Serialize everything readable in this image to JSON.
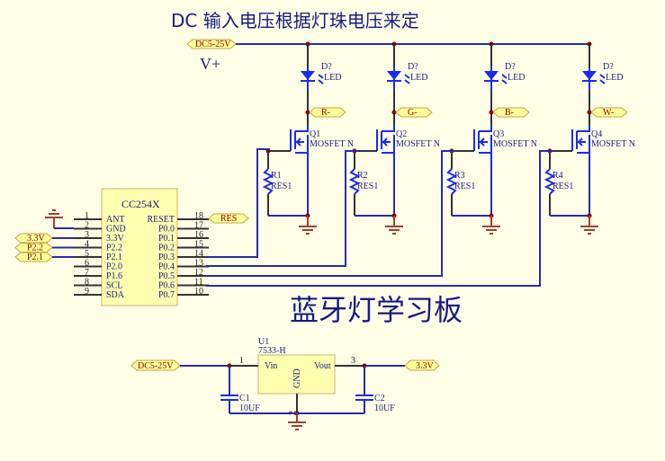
{
  "title": "DC 输入电压根据灯珠电压来定",
  "board_name": "蓝牙灯学习板",
  "supply": {
    "port_label": "DC5-25V",
    "net_label": "V+"
  },
  "channels": [
    {
      "led_ref": "D?",
      "led_val": "LED",
      "net": "R-",
      "mos_ref": "Q1",
      "mos_val": "MOSFET N",
      "res_ref": "R1",
      "res_val": "RES1"
    },
    {
      "led_ref": "D?",
      "led_val": "LED",
      "net": "G-",
      "mos_ref": "Q2",
      "mos_val": "MOSFET N",
      "res_ref": "R2",
      "res_val": "RES1"
    },
    {
      "led_ref": "D?",
      "led_val": "LED",
      "net": "B-",
      "mos_ref": "Q3",
      "mos_val": "MOSFET N",
      "res_ref": "R3",
      "res_val": "RES1"
    },
    {
      "led_ref": "D?",
      "led_val": "LED",
      "net": "W-",
      "mos_ref": "Q4",
      "mos_val": "MOSFET N",
      "res_ref": "R4",
      "res_val": "RES1"
    }
  ],
  "mcu": {
    "name": "CC254X",
    "left_pins": [
      {
        "num": "1",
        "name": "ANT"
      },
      {
        "num": "2",
        "name": "GND"
      },
      {
        "num": "3",
        "name": "3.3V"
      },
      {
        "num": "4",
        "name": "P2.2"
      },
      {
        "num": "5",
        "name": "P2.1"
      },
      {
        "num": "6",
        "name": "P2.0"
      },
      {
        "num": "7",
        "name": "P1.6"
      },
      {
        "num": "8",
        "name": "SCL"
      },
      {
        "num": "9",
        "name": "SDA"
      }
    ],
    "right_pins": [
      {
        "num": "18",
        "name": "RESET"
      },
      {
        "num": "17",
        "name": "P0.0"
      },
      {
        "num": "16",
        "name": "P0.1"
      },
      {
        "num": "15",
        "name": "P0.2"
      },
      {
        "num": "14",
        "name": "P0.3"
      },
      {
        "num": "13",
        "name": "P0.4"
      },
      {
        "num": "12",
        "name": "P0.5"
      },
      {
        "num": "11",
        "name": "P0.6"
      },
      {
        "num": "10",
        "name": "P0.7"
      }
    ],
    "left_ports": [
      "3.3V",
      "P2.2",
      "P2.1"
    ],
    "reset_port": "RES"
  },
  "regulator": {
    "ref": "U1",
    "value": "7533-H",
    "vin": "Vin",
    "vout": "Vout",
    "gnd": "GND",
    "pin_in": "1",
    "pin_out": "3",
    "pin_gnd": "2",
    "in_port": "DC5-25V",
    "out_port": "3.3V",
    "c1_ref": "C1",
    "c1_val": "10UF",
    "c2_ref": "C2",
    "c2_val": "10UF"
  }
}
